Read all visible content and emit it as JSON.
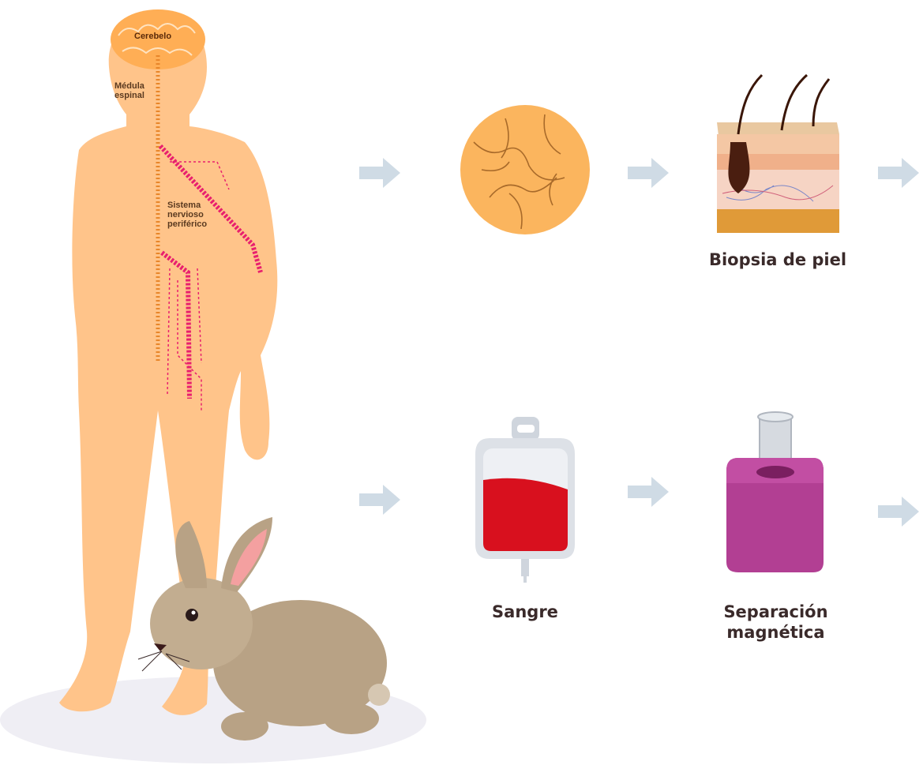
{
  "colors": {
    "body": "#ffc48a",
    "brain": "#ffae55",
    "nerve": "#e8206e",
    "arrow": "#cfdbe5",
    "blood": "#d8101e",
    "vial": "#b23f93",
    "rabbit": "#b8a285"
  },
  "anatomy": {
    "brain_label": "Cerebelo",
    "spine_label_1": "Médula",
    "spine_label_2": "espinal",
    "pns_label_1": "Sistema",
    "pns_label_2": "nervioso",
    "pns_label_3": "periférico"
  },
  "top_row": {
    "tissue_icon": "tissue-circle-icon",
    "skin_icon": "skin-section-icon",
    "skin_label": "Biopsia de piel"
  },
  "bottom_row": {
    "blood_icon": "blood-bag-icon",
    "blood_label": "Sangre",
    "vial_icon": "magnetic-vial-icon",
    "vial_label_1": "Separación",
    "vial_label_2": "magnética"
  }
}
